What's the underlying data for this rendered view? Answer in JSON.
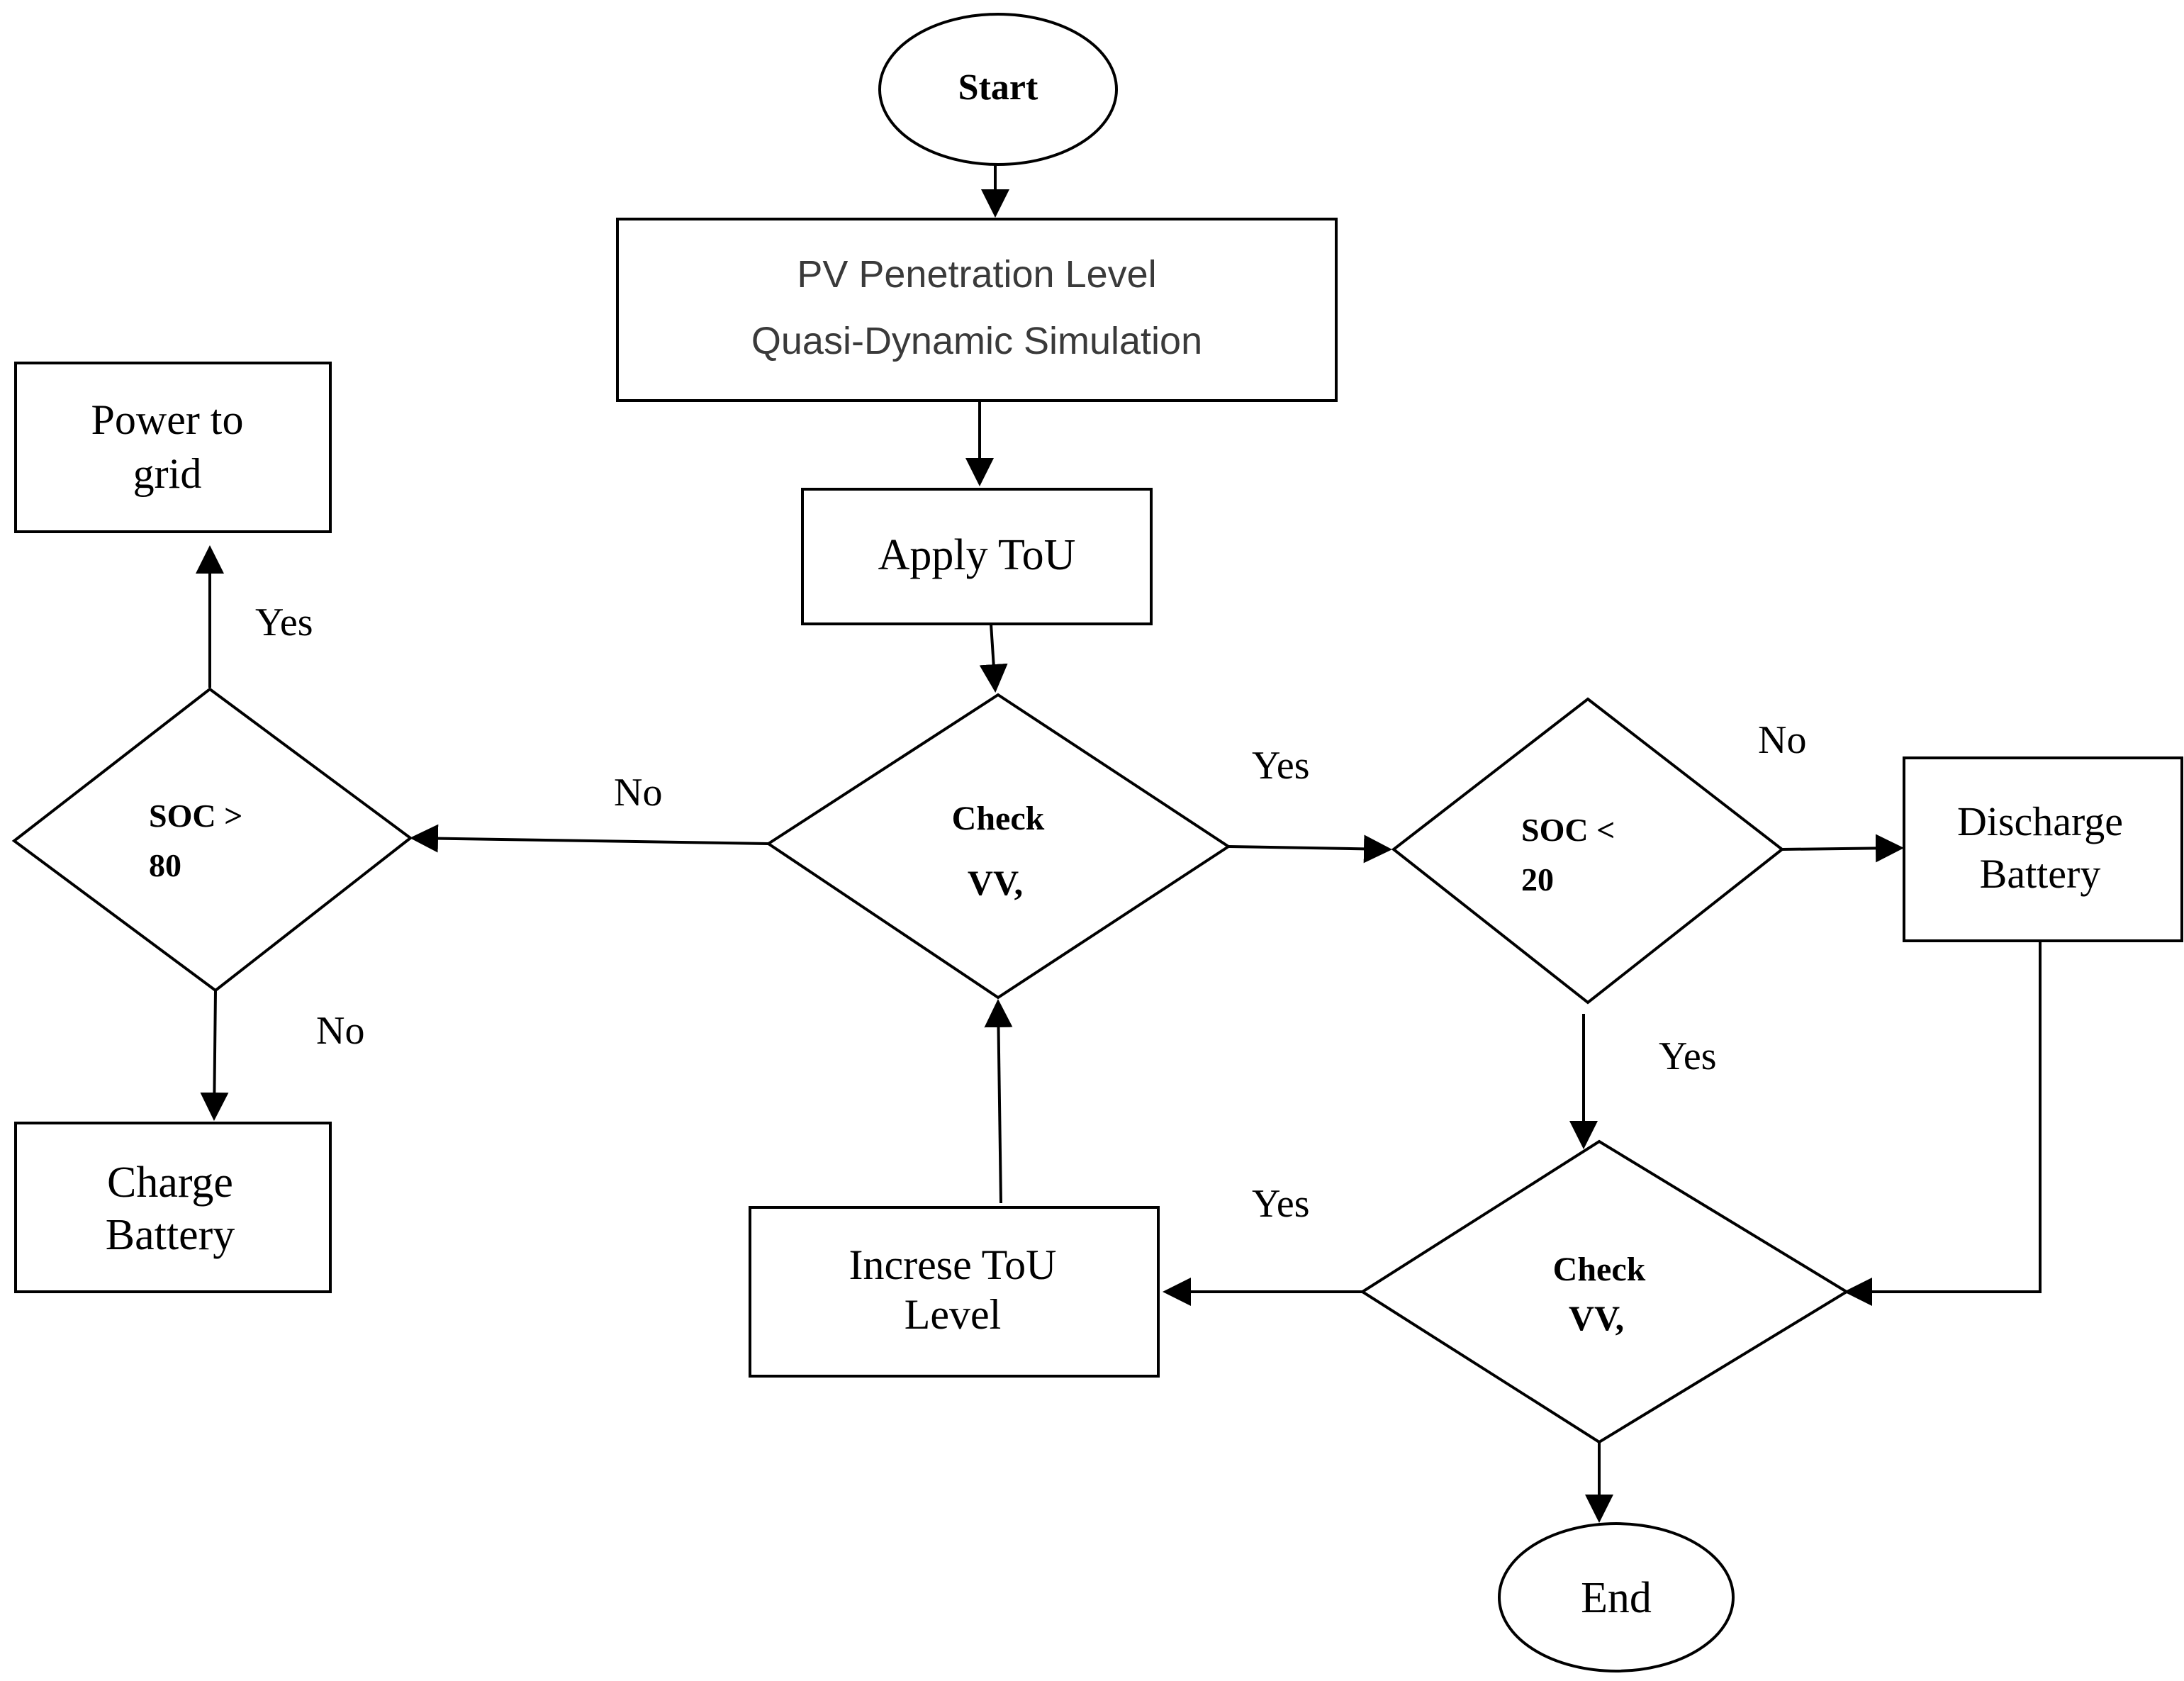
{
  "nodes": {
    "start": "Start",
    "pv_line1": "PV Penetration Level",
    "pv_line2": "Quasi-Dynamic Simulation",
    "apply_tou": "Apply ToU",
    "check_vv_top_line1": "Check",
    "check_vv_top_line2": "VV,",
    "soc_gt_line1": "SOC  >",
    "soc_gt_line2": "80",
    "power_to_grid_line1": "Power to",
    "power_to_grid_line2": "grid",
    "charge_battery_line1": "Charge",
    "charge_battery_line2": "Battery",
    "soc_lt_line1": "SOC  <",
    "soc_lt_line2": "20",
    "discharge_battery_line1": "Discharge",
    "discharge_battery_line2": "Battery",
    "check_vv_bottom_line1": "Check",
    "check_vv_bottom_line2": "VV,",
    "increase_tou_line1": "Increse ToU",
    "increase_tou_line2": "Level",
    "end": "End"
  },
  "edge_labels": {
    "soc_gt_yes": "Yes",
    "soc_gt_no": "No",
    "check_top_no": "No",
    "check_top_yes": "Yes",
    "soc_lt_no": "No",
    "soc_lt_yes": "Yes",
    "check_bottom_yes": "Yes"
  }
}
